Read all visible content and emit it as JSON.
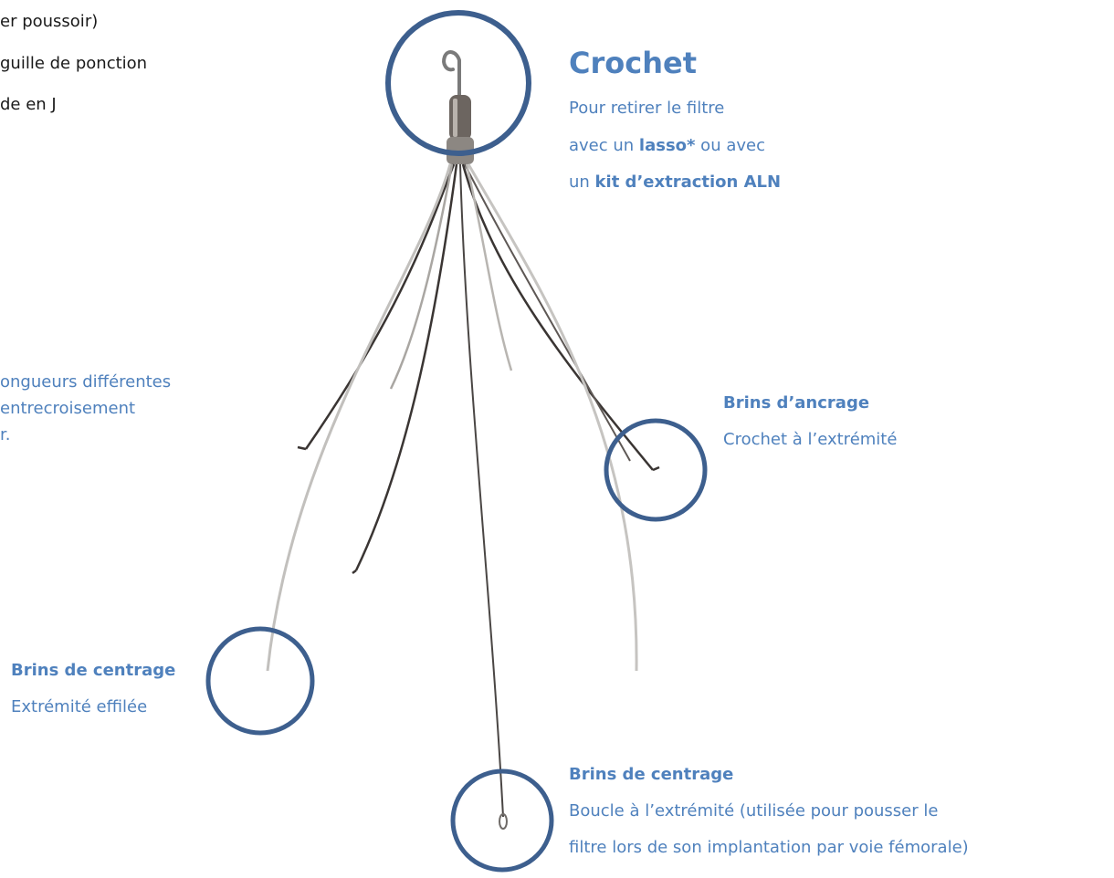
{
  "top_left_lines": [
    "er poussoir)",
    "guille de ponction",
    "de en J"
  ],
  "left_middle_lines": [
    "ongueurs différentes",
    "entrecroisement",
    "r."
  ],
  "crochet": {
    "title": "Crochet",
    "line1": "Pour retirer le filtre",
    "line2_pre": "avec un ",
    "line2_bold": "lasso*",
    "line2_post": " ou avec",
    "line3_pre": "un ",
    "line3_bold": "kit d’extraction ALN"
  },
  "ancrage": {
    "title": "Brins d’ancrage",
    "desc": "Crochet à l’extrémité"
  },
  "centrage_left": {
    "title": "Brins de centrage",
    "desc": "Extrémité effilée"
  },
  "centrage_bottom": {
    "title": "Brins de centrage",
    "line1": "Boucle à l’extrémité (utilisée pour pousser le",
    "line2": "filtre lors de son implantation par voie fémorale)"
  },
  "colors": {
    "accent": "#4f81bd",
    "circle": "#3d5f8e",
    "text": "#1a1a1a"
  }
}
